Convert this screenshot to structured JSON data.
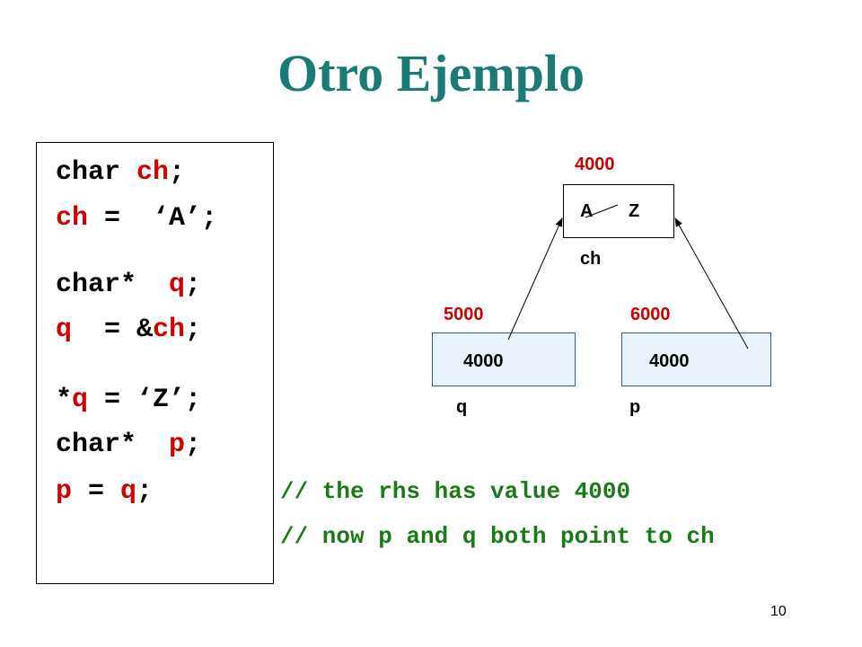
{
  "slide": {
    "title": "Otro Ejemplo",
    "page_number": "10"
  },
  "code": {
    "l1_a": "char ",
    "l1_b": "ch",
    "l1_c": ";",
    "l2_a": "ch",
    "l2_b": " =  ‘A’;",
    "l3_a": "char*  ",
    "l3_b": "q",
    "l3_c": ";",
    "l4_a": "q",
    "l4_b": "  = &",
    "l4_c": "ch",
    "l4_d": ";",
    "l5_a": "*",
    "l5_b": "q",
    "l5_c": " = ‘Z’;",
    "l6_a": "char*  ",
    "l6_b": "p",
    "l6_c": ";",
    "l7_a": "p",
    "l7_b": " = ",
    "l7_c": "q",
    "l7_d": ";"
  },
  "comments": {
    "c1": "// the rhs has value 4000",
    "c2": "// now p and q both point to ch"
  },
  "diagram": {
    "ch": {
      "address": "4000",
      "content_old": "A",
      "content_new": "Z",
      "name": "ch"
    },
    "q": {
      "address": "5000",
      "value": "4000",
      "name": "q"
    },
    "p": {
      "address": "6000",
      "value": "4000",
      "name": "p"
    }
  },
  "colors": {
    "title": "#1a7a78",
    "highlight": "#cc0000",
    "comment": "#1a7a1a",
    "pointer_box_fill": "#eaf3fb"
  }
}
